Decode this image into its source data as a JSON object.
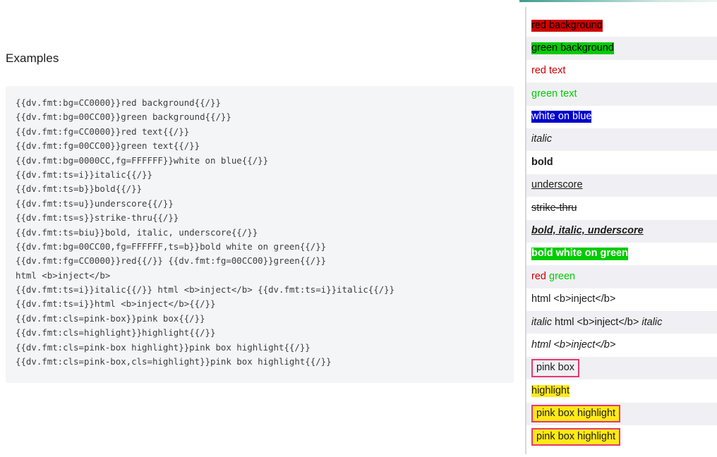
{
  "left": {
    "heading": "Examples",
    "code_lines": [
      "{{dv.fmt:bg=CC0000}}red background{{/}}",
      "{{dv.fmt:bg=00CC00}}green background{{/}}",
      "{{dv.fmt:fg=CC0000}}red text{{/}}",
      "{{dv.fmt:fg=00CC00}}green text{{/}}",
      "{{dv.fmt:bg=0000CC,fg=FFFFFF}}white on blue{{/}}",
      "{{dv.fmt:ts=i}}italic{{/}}",
      "{{dv.fmt:ts=b}}bold{{/}}",
      "{{dv.fmt:ts=u}}underscore{{/}}",
      "{{dv.fmt:ts=s}}strike-thru{{/}}",
      "{{dv.fmt:ts=biu}}bold, italic, underscore{{/}}",
      "{{dv.fmt:bg=00CC00,fg=FFFFFF,ts=b}}bold white on green{{/}}",
      "{{dv.fmt:fg=CC0000}}red{{/}} {{dv.fmt:fg=00CC00}}green{{/}}",
      "html <b>inject</b>",
      "{{dv.fmt:ts=i}}italic{{/}} html <b>inject</b> {{dv.fmt:ts=i}}italic{{/}}",
      "{{dv.fmt:ts=i}}html <b>inject</b>{{/}}",
      "{{dv.fmt:cls=pink-box}}pink box{{/}}",
      "{{dv.fmt:cls=highlight}}highlight{{/}}",
      "{{dv.fmt:cls=pink-box highlight}}pink box highlight{{/}}",
      "{{dv.fmt:cls=pink-box,cls=highlight}}pink box highlight{{/}}"
    ]
  },
  "right": {
    "rows": [
      {
        "text": "red background",
        "style": "bg-red"
      },
      {
        "text": "green background",
        "style": "bg-green"
      },
      {
        "text": "red text",
        "style": "fg-red"
      },
      {
        "text": "green text",
        "style": "fg-green"
      },
      {
        "text": "white on blue",
        "style": "bg-blue-fg-white"
      },
      {
        "text": "italic",
        "style": "ts-i"
      },
      {
        "text": "bold",
        "style": "ts-b"
      },
      {
        "text": "underscore",
        "style": "ts-u"
      },
      {
        "text": "strike-thru",
        "style": "ts-s"
      },
      {
        "text": "bold, italic, underscore",
        "style": "ts-biu"
      },
      {
        "text": "bold white on green",
        "style": "bg-green-fg-white-b"
      },
      {
        "text": "red green",
        "style": "split-red-green",
        "parts": [
          {
            "text": "red",
            "style": "fg-red"
          },
          {
            "text": " ",
            "style": ""
          },
          {
            "text": "green",
            "style": "fg-green"
          }
        ]
      },
      {
        "text": "html <b>inject</b>",
        "style": "plain"
      },
      {
        "text": "italic html <b>inject</b> italic",
        "style": "mixed-italic",
        "parts": [
          {
            "text": "italic",
            "style": "ts-i"
          },
          {
            "text": " html <b>inject</b> ",
            "style": ""
          },
          {
            "text": "italic",
            "style": "ts-i"
          }
        ]
      },
      {
        "text": "html <b>inject</b>",
        "style": "ts-i"
      },
      {
        "text": "pink box",
        "style": "pink-box"
      },
      {
        "text": "highlight",
        "style": "highlight"
      },
      {
        "text": "pink box highlight",
        "style": "pink-box highlight"
      },
      {
        "text": "pink box highlight",
        "style": "pink-box highlight"
      }
    ]
  },
  "colors": {
    "red": "#CC0000",
    "green": "#00CC00",
    "blue": "#0000CC",
    "white": "#FFFFFF",
    "pink_box_border": "#E8386E",
    "highlight_yellow": "#FFE916",
    "code_bg": "#F4F5F6",
    "row_alt_bg": "#F0F0F4",
    "accent_rule": "#3F9B8D"
  }
}
